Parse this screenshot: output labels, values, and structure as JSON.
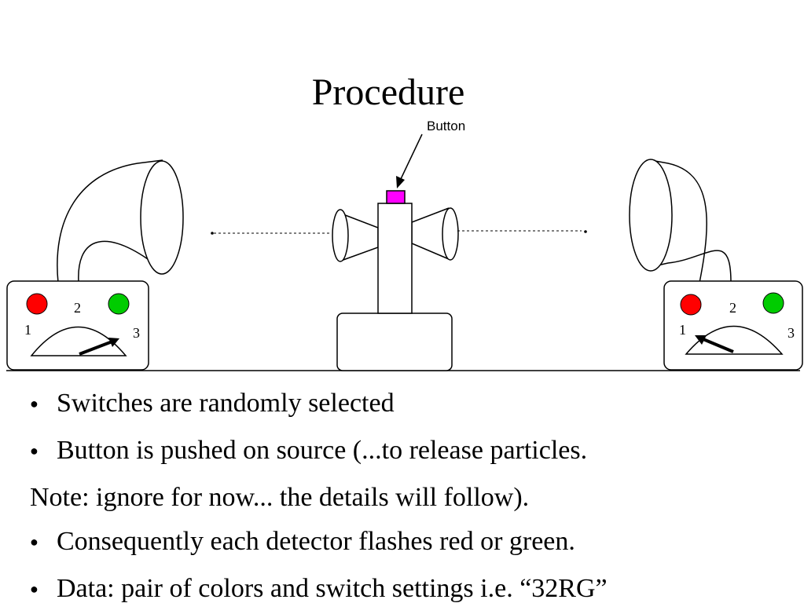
{
  "slide": {
    "title": "Procedure",
    "diagram": {
      "button_label": "Button",
      "left_detector": {
        "dial_numbers": [
          "1",
          "2",
          "3"
        ],
        "needle_setting": "3"
      },
      "right_detector": {
        "dial_numbers": [
          "1",
          "2",
          "3"
        ],
        "needle_setting": "1"
      },
      "colors": {
        "red_light": "#ff0000",
        "green_light": "#00cc00",
        "button": "#ff00ff"
      }
    },
    "bullets": [
      {
        "marker": "●",
        "text": "Switches are randomly selected"
      },
      {
        "marker": "●",
        "text": "Button is pushed on source (...to release particles."
      },
      {
        "marker": "",
        "text": "Note: ignore for now... the details will follow)."
      },
      {
        "marker": "●",
        "text": "Consequently each detector flashes red or green."
      },
      {
        "marker": "●",
        "text": "Data: pair of colors and switch settings  i.e. “32RG”"
      }
    ]
  }
}
